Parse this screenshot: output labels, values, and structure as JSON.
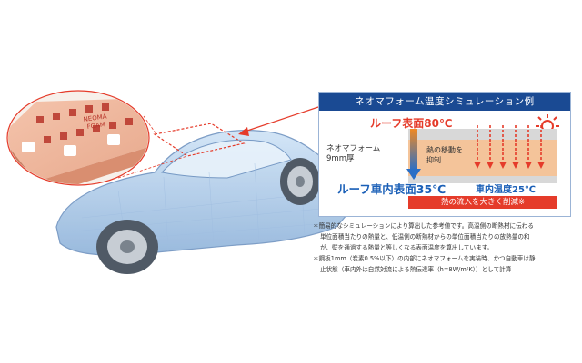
{
  "panel": {
    "title": "ネオマフォーム温度シミュレーション例",
    "roof_surface_label": "ルーフ表面80℃",
    "foam_label_line1": "ネオマフォーム",
    "foam_label_line2": "9mm厚",
    "heat_move_line1": "熱の移動を",
    "heat_move_line2": "抑制",
    "inner_surface_label": "ルーフ車内表面35℃",
    "inner_temp_label": "車内温度25℃",
    "reduction_label": "熱の流入を大きく削減※"
  },
  "notes": {
    "line1": "＊簡易的なシミュレーションにより算出した参考値です。高温側の断熱材に伝わる",
    "line2": "単位面積当たりの熱量と、低温側の断熱材からの単位面積当たりの放熱量の和",
    "line3": "が、壁を通過する熱量と等しくなる表面温度を算出しています。",
    "line4": "＊鋼板1mm（炭素0.5%以下）の内部にネオマフォームを実装時、かつ自動車は静",
    "line5": "止状態（車内外は自然対流による熱伝達率（h=8W/m²K））として計算"
  },
  "foam_sample_text": [
    "NEOMA",
    "FOAM"
  ],
  "colors": {
    "panel_header": "#1a4a93",
    "hot_red": "#e53b2a",
    "cool_blue": "#1a5fb7",
    "foam_orange": "#f4c49a"
  }
}
